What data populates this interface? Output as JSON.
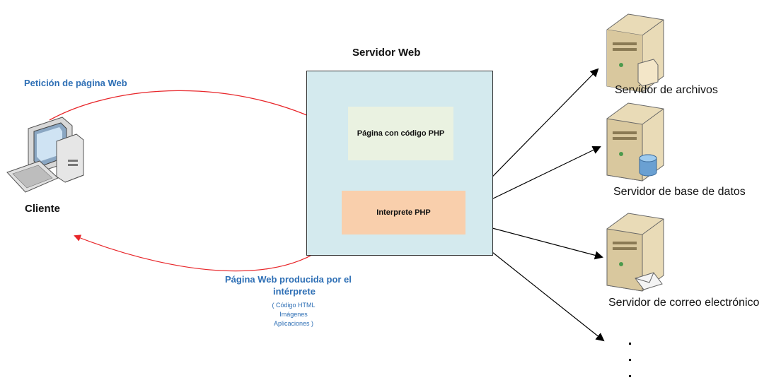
{
  "web_server": {
    "title": "Servidor Web"
  },
  "php_page": {
    "label": "Página con código PHP"
  },
  "php_interpreter": {
    "label": "Interprete PHP"
  },
  "client": {
    "label": "Cliente"
  },
  "request": {
    "label": "Petición de página Web"
  },
  "response": {
    "label_line1": "Página Web producida por el",
    "label_line2": "intérprete",
    "detail_line1": "( Código HTML",
    "detail_line2": "Imágenes",
    "detail_line3": "Aplicaciones )"
  },
  "servers": [
    {
      "label": "Servidor de archivos",
      "icon": "folder-server-icon"
    },
    {
      "label": "Servidor de base de datos",
      "icon": "database-server-icon"
    },
    {
      "label": "Servidor de correo electrónico",
      "icon": "mail-server-icon"
    }
  ],
  "colors": {
    "request_arrow": "#e8262a",
    "response_arrow": "#e8262a",
    "internal_arrow": "#c8641a",
    "server_box": "#d4eaee",
    "php_page_box": "#eaf2e1",
    "interpreter_box": "#f9cfac",
    "label_blue": "#2e6fb5"
  }
}
